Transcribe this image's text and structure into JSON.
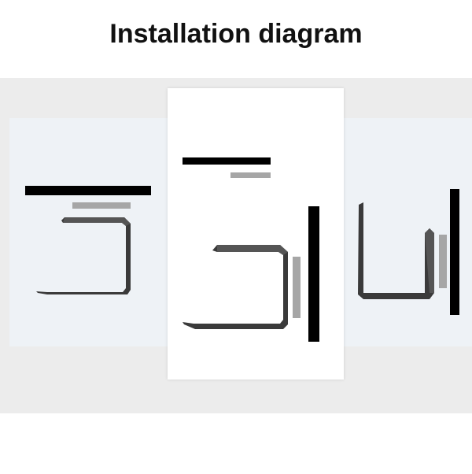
{
  "title": "Installation diagram",
  "colors": {
    "bracket": "#3a3a3a",
    "surface": "#000000",
    "spacer": "#a6a6a6"
  },
  "panels": [
    {
      "name": "left",
      "orientation": "under-shelf"
    },
    {
      "name": "center",
      "orientation": "under-shelf-wall"
    },
    {
      "name": "right",
      "orientation": "wall-mount"
    }
  ]
}
